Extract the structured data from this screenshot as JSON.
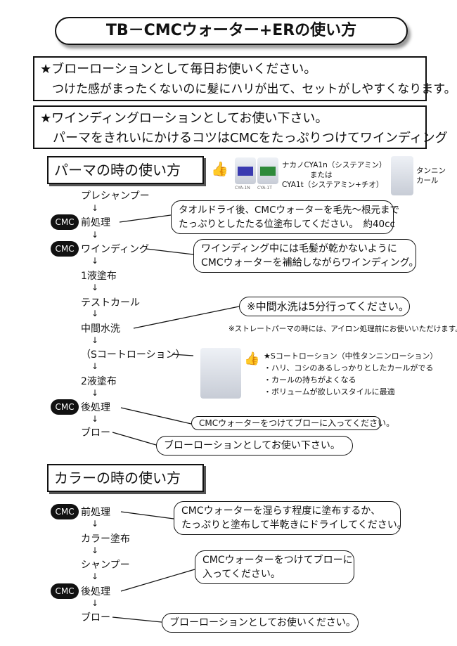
{
  "title": "TB－CMCウォーター+ERの使い方",
  "intro": [
    {
      "line1": "★ブローローションとして毎日お使いください。",
      "line2": "　つけた感がまったくないのに髪にハリが出て、セットがしやすくなります。"
    },
    {
      "line1": "★ワインディングローションとしてお使い下さい。",
      "line2": "　パーマをきれいにかけるコツはCMCをたっぷりつけてワインディング"
    }
  ],
  "perm": {
    "heading": "パーマの時の使い方",
    "badge": "CMC",
    "steps": [
      "プレシャンプー",
      "前処理",
      "ワインディング",
      "1液塗布",
      "テストカール",
      "中間水洗",
      "（Sコートローション）",
      "2液塗布",
      "後処理",
      "ブロー"
    ],
    "arrow": "↓",
    "products": {
      "bottle1": "CYA-1N",
      "bottle2": "CYA-1T",
      "desc1": "ナカノCYA1n（システアミン）",
      "desc2": "または",
      "desc3": "CYA1t（システアミン+チオ）",
      "pouch": "タンニンカール"
    },
    "callouts": [
      {
        "l1": "タオルドライ後、CMCウォーターを毛先～根元まで",
        "l2": "たっぷりとしたたる位塗布してください。　約40cc"
      },
      {
        "l1": "ワインディング中には毛髪が乾かないように",
        "l2": "CMCウォーターを補給しながらワインディング。"
      },
      {
        "l1": "※中間水洗は5分行ってください。"
      },
      {
        "l1": "CMCウォーターをつけてブローに入ってください。"
      },
      {
        "l1": "ブローローションとしてお使い下さい。"
      }
    ],
    "note": "※ストレートパーマの時には、アイロン処理前にお使いいただけます。",
    "scoat": [
      "★Sコートローション（中性タンニンローション）",
      "・ハリ、コシのあるしっかりとしたカールがでる",
      "・カールの持ちがよくなる",
      "・ボリュームが欲しいスタイルに最適"
    ]
  },
  "color": {
    "heading": "カラーの時の使い方",
    "steps": [
      "前処理",
      "カラー塗布",
      "シャンプー",
      "後処理",
      "ブロー"
    ],
    "callouts": [
      {
        "l1": "CMCウォーターを湿らす程度に塗布するか、",
        "l2": "たっぷりと塗布して半乾きにドライしてください。"
      },
      {
        "l1": "CMCウォーターをつけてブローに",
        "l2": "入ってください。"
      },
      {
        "l1": "ブローローションとしてお使いください。"
      }
    ]
  }
}
